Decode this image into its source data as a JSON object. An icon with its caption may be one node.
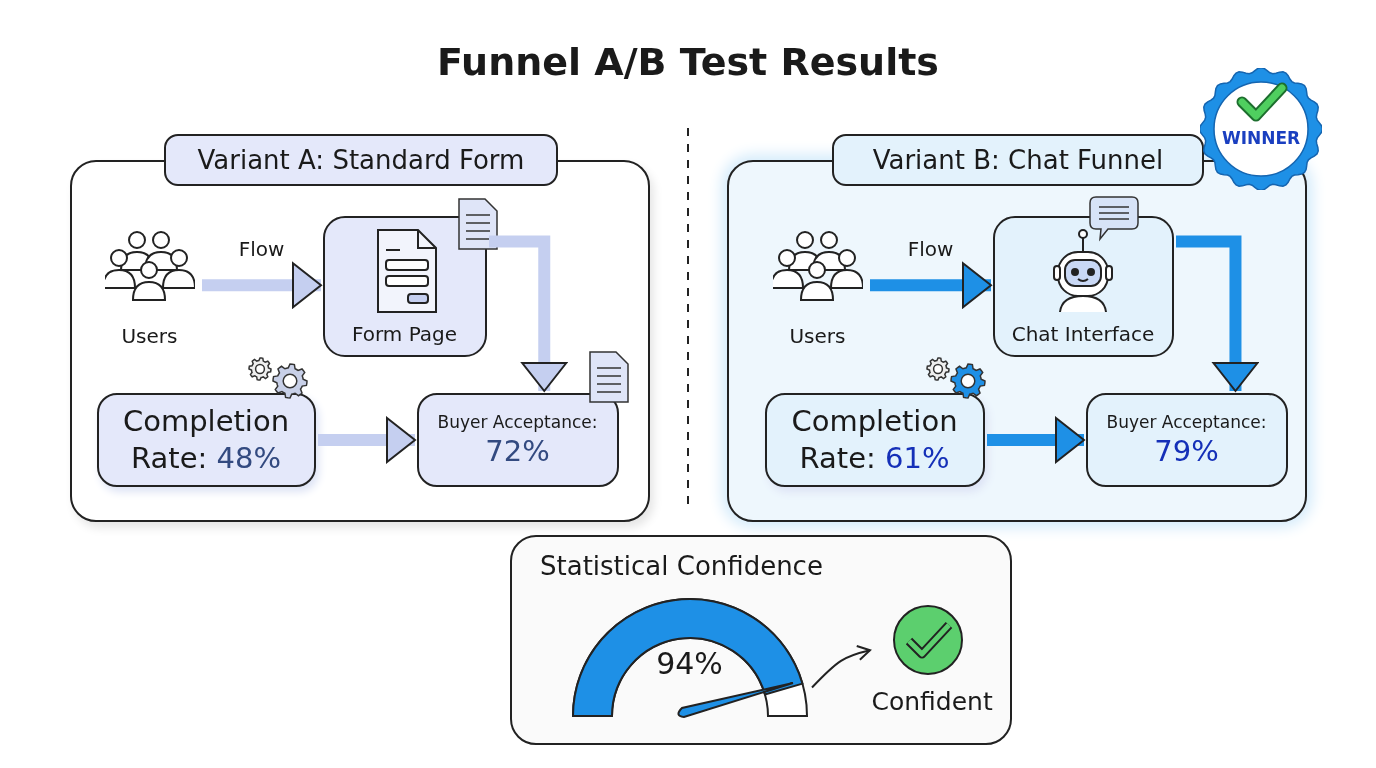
{
  "diagram": {
    "title": "Funnel A/B Test Results",
    "nodes": [
      {
        "text": [
          "Variant A: Standard Form"
        ]
      },
      {
        "text": [
          "Users"
        ],
        "in": 0
      },
      {
        "text": [
          "Form Page"
        ],
        "in": 0
      },
      {
        "text": [
          "Completion Rate:",
          "48%"
        ],
        "in": 0
      },
      {
        "text": [
          "Buyer Acceptance:",
          "72%"
        ],
        "in": 0
      },
      {
        "text": [
          "Variant B: Chat Funnel"
        ]
      },
      {
        "text": [
          "WINNER"
        ]
      },
      {
        "text": [
          "Users"
        ],
        "in": 5
      },
      {
        "text": [
          "Chat Interface"
        ],
        "in": 5
      },
      {
        "text": [
          "Completion Rate:",
          "61%"
        ],
        "in": 5
      },
      {
        "text": [
          "Buyer Acceptance:",
          "79%"
        ],
        "in": 5
      },
      {
        "text": [
          "Statistical Confidence"
        ]
      },
      {
        "text": [
          "94%"
        ],
        "in": 11
      },
      {
        "text": [
          "Confident"
        ],
        "in": 11
      }
    ],
    "edges": [
      {
        "from": 1,
        "to": 2,
        "arrow": "to",
        "label": "Flow",
        "color": "#c5cff0"
      },
      {
        "from": 2,
        "to": 4,
        "arrow": "to",
        "color": "#c5cff0"
      },
      {
        "from": 3,
        "to": 4,
        "arrow": "to",
        "color": "#c5cff0"
      },
      {
        "from": 7,
        "to": 8,
        "arrow": "to",
        "label": "Flow",
        "color": "#1e90e6"
      },
      {
        "from": 8,
        "to": 10,
        "arrow": "to",
        "color": "#1e90e6"
      },
      {
        "from": 9,
        "to": 10,
        "arrow": "to",
        "color": "#1e90e6"
      },
      {
        "from": 12,
        "to": 13,
        "arrow": "to",
        "color": "#222222"
      }
    ]
  }
}
